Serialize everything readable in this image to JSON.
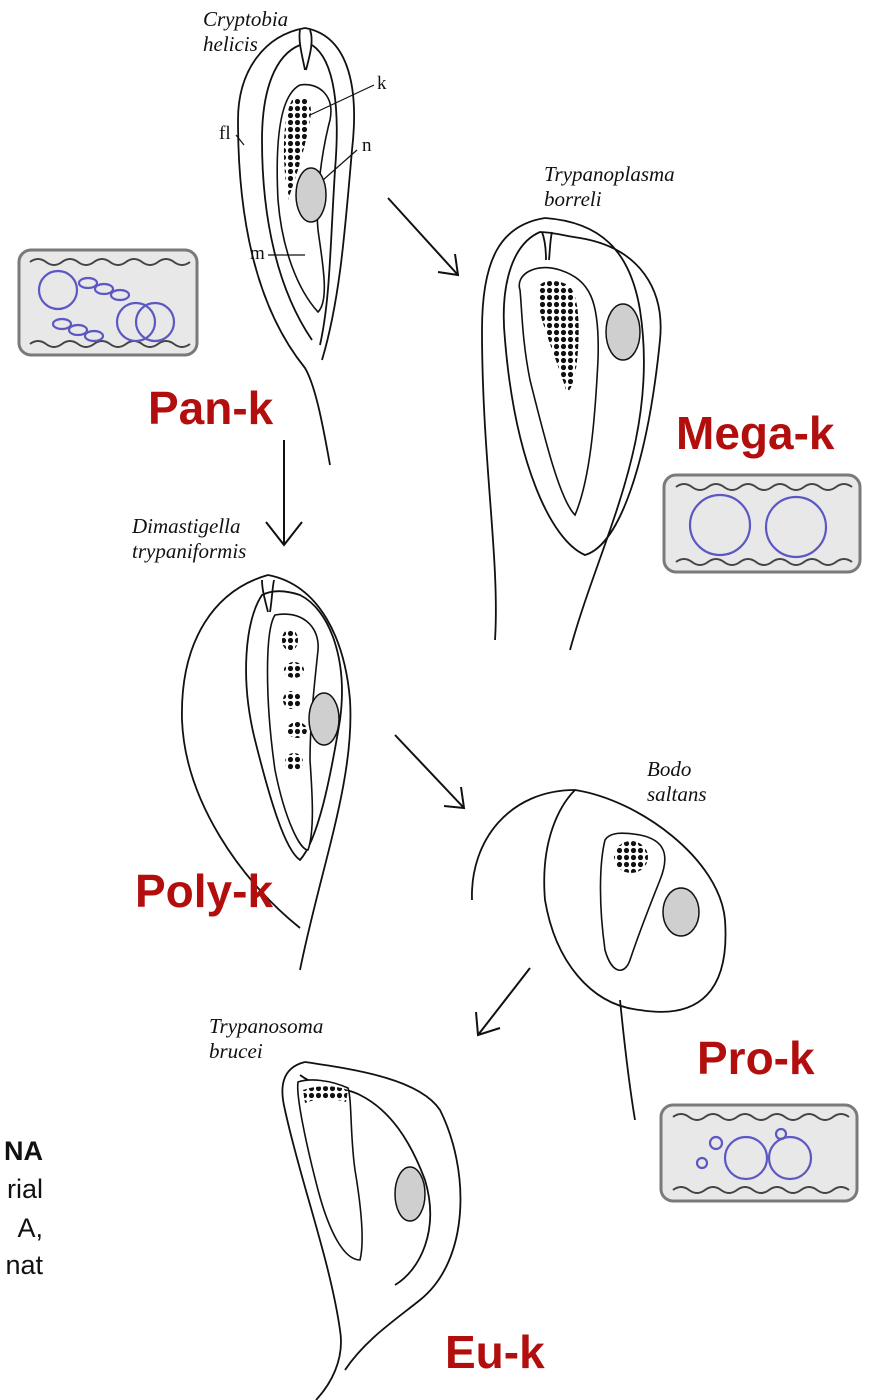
{
  "colors": {
    "ktype_label": "#b30e0e",
    "minicircle": "#5b58c4",
    "nucleus_fill": "#cfcfcf",
    "network_box": "#e8e8e8",
    "network_border": "#7a7a7a"
  },
  "species": {
    "cryptobia": {
      "line1": "Cryptobia",
      "line2": "helicis"
    },
    "trypanoplasma": {
      "line1": "Trypanoplasma",
      "line2": "borreli"
    },
    "dimastigella": {
      "line1": "Dimastigella",
      "line2": "trypaniformis"
    },
    "bodo": {
      "line1": "Bodo",
      "line2": "saltans"
    },
    "trypanosoma": {
      "line1": "Trypanosoma",
      "line2": "brucei"
    }
  },
  "part_labels": {
    "kinetoplast": "k",
    "nucleus": "n",
    "flagellum": "fl",
    "mitochondrion": "m"
  },
  "kdna_types": {
    "pan": "Pan-k",
    "mega": "Mega-k",
    "poly": "Poly-k",
    "pro": "Pro-k",
    "eu": "Eu-k"
  },
  "side_text": {
    "line1": "NA",
    "line2": "rial",
    "line3": "A,",
    "line4": "nat"
  }
}
